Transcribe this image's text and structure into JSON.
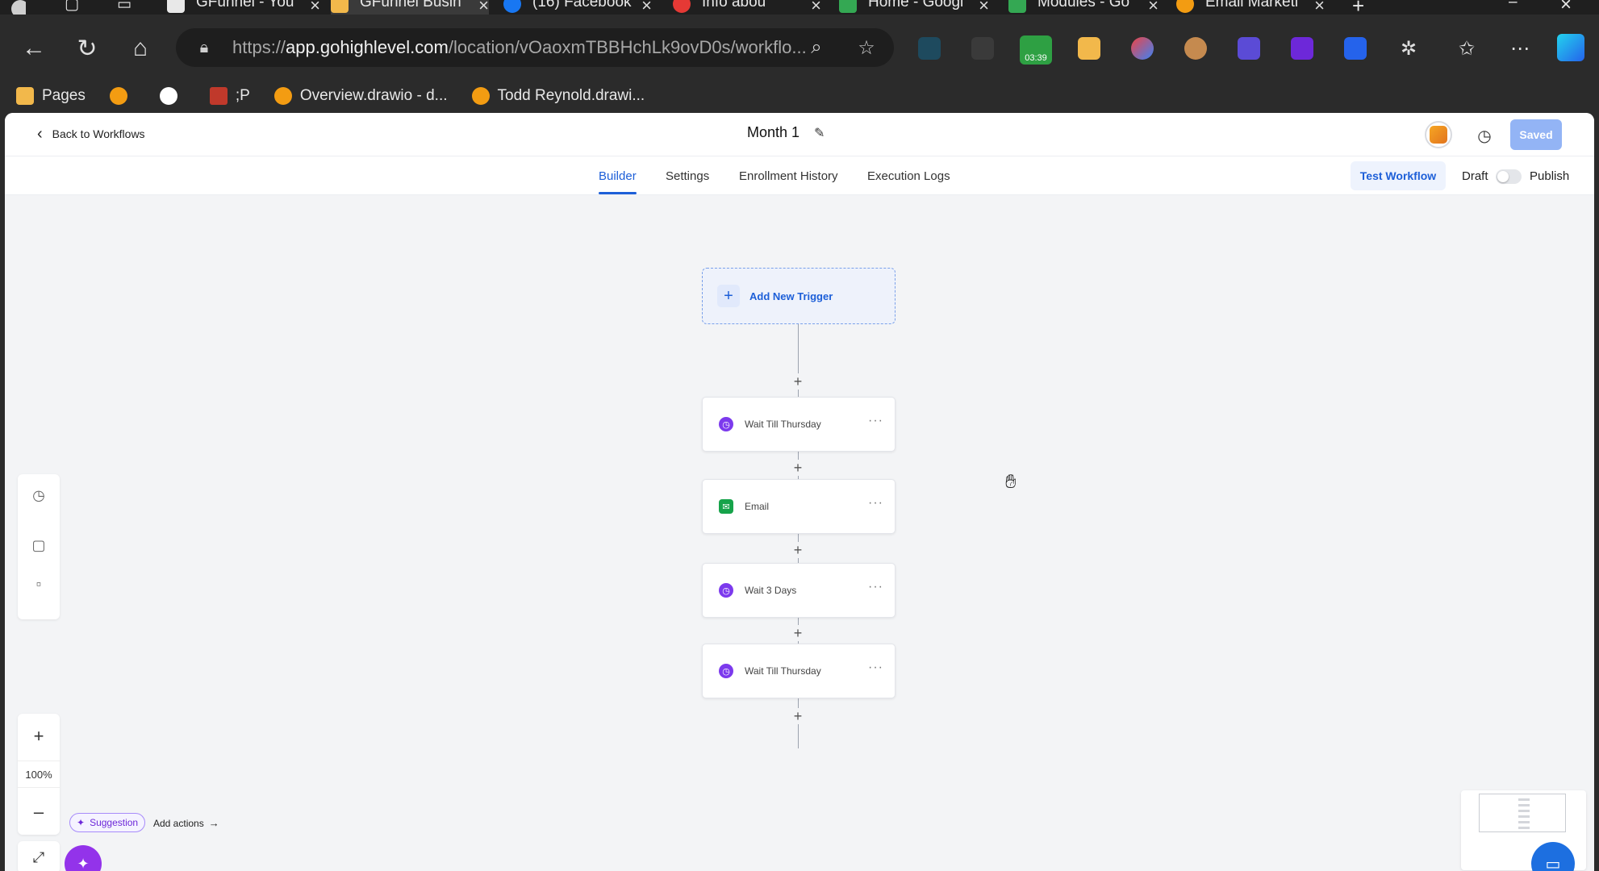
{
  "browser": {
    "tabs": [
      {
        "title": "GFunnel - You",
        "icon_color": "#e8e8e8"
      },
      {
        "title": "GFunnel Busin",
        "icon_color": "#f2b84b",
        "active": true
      },
      {
        "title": "(16) Facebook",
        "icon_color": "#1877f2"
      },
      {
        "title": "Info abou",
        "icon_color": "#e53935"
      },
      {
        "title": "Home - Googl",
        "icon_color": "#34a853"
      },
      {
        "title": "Modules - Go",
        "icon_color": "#34a853"
      },
      {
        "title": "Email Marketi",
        "icon_color": "#f39c12"
      }
    ],
    "url_prefix": "https://",
    "url_host": "app.gohighlevel.com",
    "url_path": "/location/vOaoxmTBBHchLk9ovD0s/workflo...",
    "ext_badge_time": "03:39",
    "bookmarks": [
      {
        "label": "Pages",
        "color": "#f2b84b"
      },
      {
        "label": "",
        "color": "#f39c12"
      },
      {
        "label": "",
        "color": "#ffffff"
      },
      {
        "label": ";P",
        "color": "#c0392b"
      },
      {
        "label": "Overview.drawio - d...",
        "color": "#f39c12"
      },
      {
        "label": "Todd Reynold.drawi...",
        "color": "#f39c12"
      }
    ]
  },
  "header": {
    "back_label": "Back to Workflows",
    "title": "Month 1",
    "saved_label": "Saved"
  },
  "subnav": {
    "tabs": [
      {
        "label": "Builder",
        "active": true
      },
      {
        "label": "Settings"
      },
      {
        "label": "Enrollment History"
      },
      {
        "label": "Execution Logs"
      }
    ],
    "test_workflow": "Test Workflow",
    "draft": "Draft",
    "publish": "Publish"
  },
  "canvas": {
    "trigger_label": "Add New Trigger",
    "actions": [
      {
        "label": "Wait Till Thursday",
        "kind": "wait"
      },
      {
        "label": "Email",
        "kind": "email"
      },
      {
        "label": "Wait 3 Days",
        "kind": "wait"
      },
      {
        "label": "Wait Till Thursday",
        "kind": "wait"
      }
    ],
    "zoom_level": "100%",
    "suggestion_label": "Suggestion",
    "add_actions_label": "Add actions"
  },
  "colors": {
    "accent": "#1d5fd8",
    "wait_icon": "#7c3aed",
    "email_icon": "#16a34a",
    "saved_button": "#93b4f5"
  }
}
